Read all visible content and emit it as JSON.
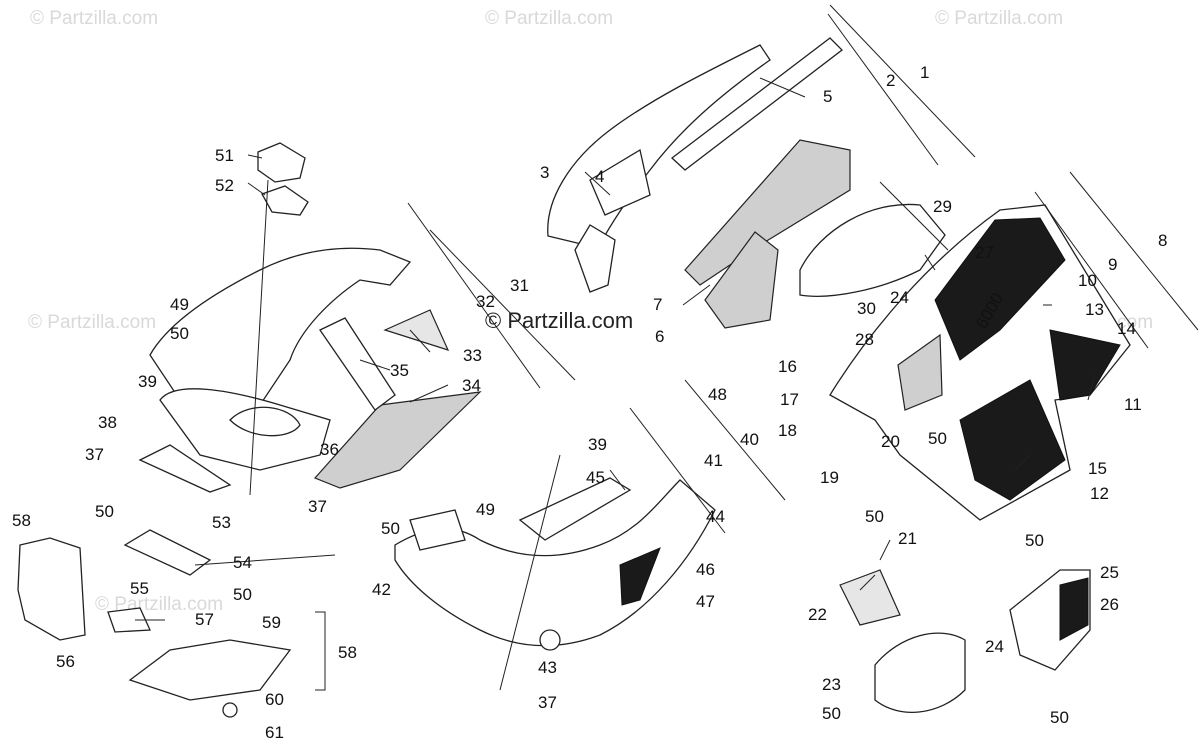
{
  "watermarks": [
    "© Partzilla.com",
    "© Partzilla.com",
    "© Partzilla.com",
    "© Partzilla.com",
    "© Partzilla.com",
    "© Partzilla.com"
  ],
  "center_watermark": "© Partzilla.com",
  "decal_text": "6000",
  "callouts": [
    {
      "name": "callout-1",
      "text": "1"
    },
    {
      "name": "callout-2",
      "text": "2"
    },
    {
      "name": "callout-3",
      "text": "3"
    },
    {
      "name": "callout-4",
      "text": "4"
    },
    {
      "name": "callout-5",
      "text": "5"
    },
    {
      "name": "callout-6",
      "text": "6"
    },
    {
      "name": "callout-7",
      "text": "7"
    },
    {
      "name": "callout-8",
      "text": "8"
    },
    {
      "name": "callout-9",
      "text": "9"
    },
    {
      "name": "callout-10",
      "text": "10"
    },
    {
      "name": "callout-11",
      "text": "11"
    },
    {
      "name": "callout-12",
      "text": "12"
    },
    {
      "name": "callout-13",
      "text": "13"
    },
    {
      "name": "callout-14",
      "text": "14"
    },
    {
      "name": "callout-15",
      "text": "15"
    },
    {
      "name": "callout-16",
      "text": "16"
    },
    {
      "name": "callout-17",
      "text": "17"
    },
    {
      "name": "callout-18",
      "text": "18"
    },
    {
      "name": "callout-19",
      "text": "19"
    },
    {
      "name": "callout-20",
      "text": "20"
    },
    {
      "name": "callout-21",
      "text": "21"
    },
    {
      "name": "callout-22",
      "text": "22"
    },
    {
      "name": "callout-23",
      "text": "23"
    },
    {
      "name": "callout-24",
      "text": "24"
    },
    {
      "name": "callout-24b",
      "text": "24"
    },
    {
      "name": "callout-25",
      "text": "25"
    },
    {
      "name": "callout-26",
      "text": "26"
    },
    {
      "name": "callout-27",
      "text": "27"
    },
    {
      "name": "callout-28",
      "text": "28"
    },
    {
      "name": "callout-29",
      "text": "29"
    },
    {
      "name": "callout-30",
      "text": "30"
    },
    {
      "name": "callout-31",
      "text": "31"
    },
    {
      "name": "callout-32",
      "text": "32"
    },
    {
      "name": "callout-33",
      "text": "33"
    },
    {
      "name": "callout-34",
      "text": "34"
    },
    {
      "name": "callout-35",
      "text": "35"
    },
    {
      "name": "callout-36",
      "text": "36"
    },
    {
      "name": "callout-37",
      "text": "37"
    },
    {
      "name": "callout-37b",
      "text": "37"
    },
    {
      "name": "callout-37c",
      "text": "37"
    },
    {
      "name": "callout-38",
      "text": "38"
    },
    {
      "name": "callout-39",
      "text": "39"
    },
    {
      "name": "callout-39b",
      "text": "39"
    },
    {
      "name": "callout-40",
      "text": "40"
    },
    {
      "name": "callout-41",
      "text": "41"
    },
    {
      "name": "callout-42",
      "text": "42"
    },
    {
      "name": "callout-43",
      "text": "43"
    },
    {
      "name": "callout-44",
      "text": "44"
    },
    {
      "name": "callout-45",
      "text": "45"
    },
    {
      "name": "callout-46",
      "text": "46"
    },
    {
      "name": "callout-47",
      "text": "47"
    },
    {
      "name": "callout-48",
      "text": "48"
    },
    {
      "name": "callout-49",
      "text": "49"
    },
    {
      "name": "callout-49b",
      "text": "49"
    },
    {
      "name": "callout-50",
      "text": "50"
    },
    {
      "name": "callout-50b",
      "text": "50"
    },
    {
      "name": "callout-50c",
      "text": "50"
    },
    {
      "name": "callout-50d",
      "text": "50"
    },
    {
      "name": "callout-50e",
      "text": "50"
    },
    {
      "name": "callout-50f",
      "text": "50"
    },
    {
      "name": "callout-50g",
      "text": "50"
    },
    {
      "name": "callout-50h",
      "text": "50"
    },
    {
      "name": "callout-50i",
      "text": "50"
    },
    {
      "name": "callout-51",
      "text": "51"
    },
    {
      "name": "callout-52",
      "text": "52"
    },
    {
      "name": "callout-53",
      "text": "53"
    },
    {
      "name": "callout-54",
      "text": "54"
    },
    {
      "name": "callout-55",
      "text": "55"
    },
    {
      "name": "callout-56",
      "text": "56"
    },
    {
      "name": "callout-57",
      "text": "57"
    },
    {
      "name": "callout-58",
      "text": "58"
    },
    {
      "name": "callout-58b",
      "text": "58"
    },
    {
      "name": "callout-59",
      "text": "59"
    },
    {
      "name": "callout-60",
      "text": "60"
    },
    {
      "name": "callout-61",
      "text": "61"
    }
  ]
}
